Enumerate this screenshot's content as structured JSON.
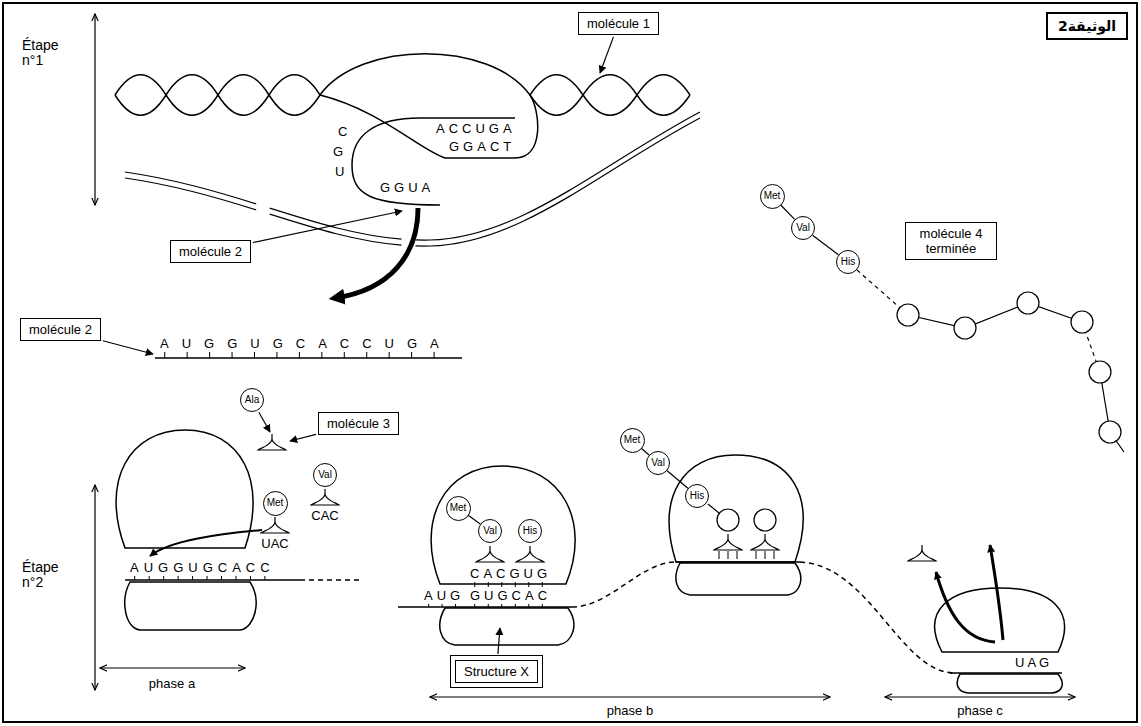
{
  "diagram": {
    "nodes": [
      {
        "text": [
          "molécule 1"
        ]
      },
      {
        "text": [
          "الوثيقة2"
        ]
      },
      {
        "text": [
          "molécule 2"
        ]
      },
      {
        "text": [
          "Met"
        ]
      },
      {
        "text": [
          "Val"
        ]
      },
      {
        "text": [
          "His"
        ]
      },
      {
        "text": [
          "molécule 4 terminée"
        ]
      },
      {
        "text": [
          "molécule 2"
        ]
      },
      {
        "text": [
          "molécule 3"
        ]
      },
      {
        "text": [
          "Ala"
        ]
      },
      {
        "text": [
          "Met"
        ]
      },
      {
        "text": [
          "Val"
        ]
      },
      {
        "text": [
          "Met"
        ]
      },
      {
        "text": [
          "Val"
        ]
      },
      {
        "text": [
          "His"
        ]
      },
      {
        "text": [
          "Met"
        ]
      },
      {
        "text": [
          "Val"
        ]
      },
      {
        "text": [
          "His"
        ]
      },
      {
        "text": [
          "Structure X"
        ]
      }
    ],
    "edges": [
      {
        "from": 3,
        "to": 4,
        "arrow": "none"
      },
      {
        "from": 4,
        "to": 5,
        "arrow": "none"
      },
      {
        "from": 12,
        "to": 13,
        "arrow": "none"
      },
      {
        "from": 15,
        "to": 16,
        "arrow": "none"
      },
      {
        "from": 16,
        "to": 17,
        "arrow": "none"
      }
    ],
    "labels": [
      "Étape n°1",
      "ACCUGA",
      "GGACT",
      "C",
      "G",
      "U",
      "GGUA",
      "AUGGUGCACCUGA",
      "Étape n°2",
      "AUGGUGCACC",
      "UAC",
      "CAC",
      "AUG",
      "CACGUG",
      "GUGCAC",
      "UAG",
      "phase a",
      "phase b",
      "phase c"
    ]
  }
}
